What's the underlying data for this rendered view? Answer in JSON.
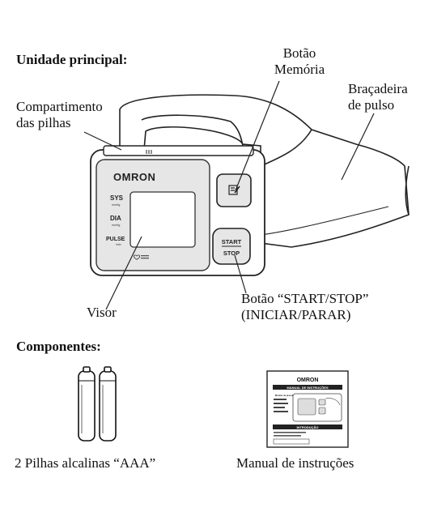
{
  "headings": {
    "main_unit": "Unidade principal:",
    "components": "Componentes:"
  },
  "callouts": {
    "battery_compartment": [
      "Compartimento",
      "das pilhas"
    ],
    "memory_button": [
      "Botão",
      "Memória"
    ],
    "wrist_cuff": [
      "Braçadeira",
      "de pulso"
    ],
    "display": "Visor",
    "start_stop": [
      "Botão “START/STOP”",
      "(INICIAR/PARAR)"
    ]
  },
  "device": {
    "brand": "OMRON",
    "sys": "SYS",
    "sys_unit": "mmHg",
    "dia": "DIA",
    "dia_unit": "mmHg",
    "pulse": "PULSE",
    "pulse_unit": "/min",
    "start": "START",
    "stop": "STOP",
    "memory_icon": "memory-icon",
    "heart_icon": "heart-icon"
  },
  "components": {
    "batteries": "2 Pilhas alcalinas “AAA”",
    "manual": "Manual de instruções"
  },
  "manual_cover": {
    "brand": "OMRON",
    "title": "MANUAL DE INSTRUÇÕES",
    "product": "Monitor de pressão arterial de pulso automático",
    "intro": "INTRODUÇÃO"
  }
}
